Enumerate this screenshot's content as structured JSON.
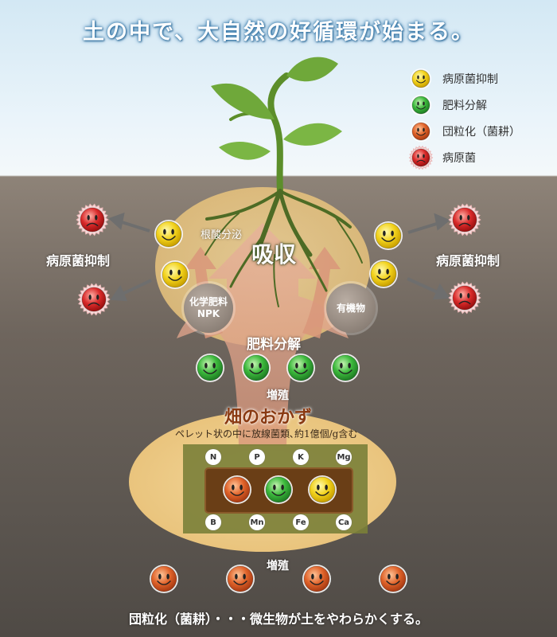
{
  "title": "土の中で、大自然の好循環が始まる。",
  "legend": [
    {
      "label": "病原菌抑制",
      "color": "#f2d21c"
    },
    {
      "label": "肥料分解",
      "color": "#3cb93c"
    },
    {
      "label": "団粒化（菌耕）",
      "color": "#e0632a"
    },
    {
      "label": "病原菌",
      "color": "#d92a2a"
    }
  ],
  "labels": {
    "root_acid": "根酸分泌",
    "absorb": "吸収",
    "left_suppress": "病原菌抑制",
    "right_suppress": "病原菌抑制",
    "fertilizer_line1": "化学肥料",
    "fertilizer_line2": "NPK",
    "organic": "有機物",
    "decompose": "肥料分解",
    "multiply_1": "増殖",
    "product": "畑のおかず",
    "product_desc": "ペレット状の中に放線菌類､約1億個/g含む",
    "multiply_2": "増殖",
    "bottom": "団粒化（菌耕）・・・微生物が土をやわらかくする。"
  },
  "elements_top": [
    "N",
    "P",
    "K",
    "Mg"
  ],
  "elements_bottom": [
    "B",
    "Mn",
    "Fe",
    "Ca"
  ],
  "colors": {
    "yellow": "#f2d21c",
    "green": "#3cb93c",
    "orange": "#e0632a",
    "red": "#d92a2a",
    "title_glow": "#3e7fb0",
    "product_text": "#8a3a12"
  }
}
